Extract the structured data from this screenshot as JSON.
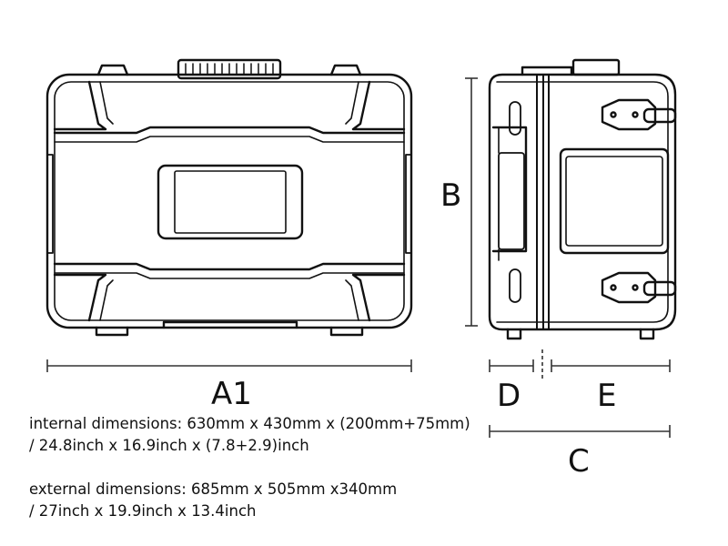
{
  "labels": {
    "a1": "A1",
    "b": "B",
    "c": "C",
    "d": "D",
    "e": "E"
  },
  "internal": {
    "line1": "internal dimensions: 630mm x 430mm x (200mm+75mm)",
    "line2": "/ 24.8inch x 16.9inch x (7.8+2.9)inch"
  },
  "external": {
    "line1": "external dimensions: 685mm x 505mm x340mm",
    "line2": "/ 27inch x 19.9inch x 13.4inch"
  },
  "colors": {
    "ink": "#111111",
    "dimension": "#333333",
    "background": "#ffffff"
  }
}
